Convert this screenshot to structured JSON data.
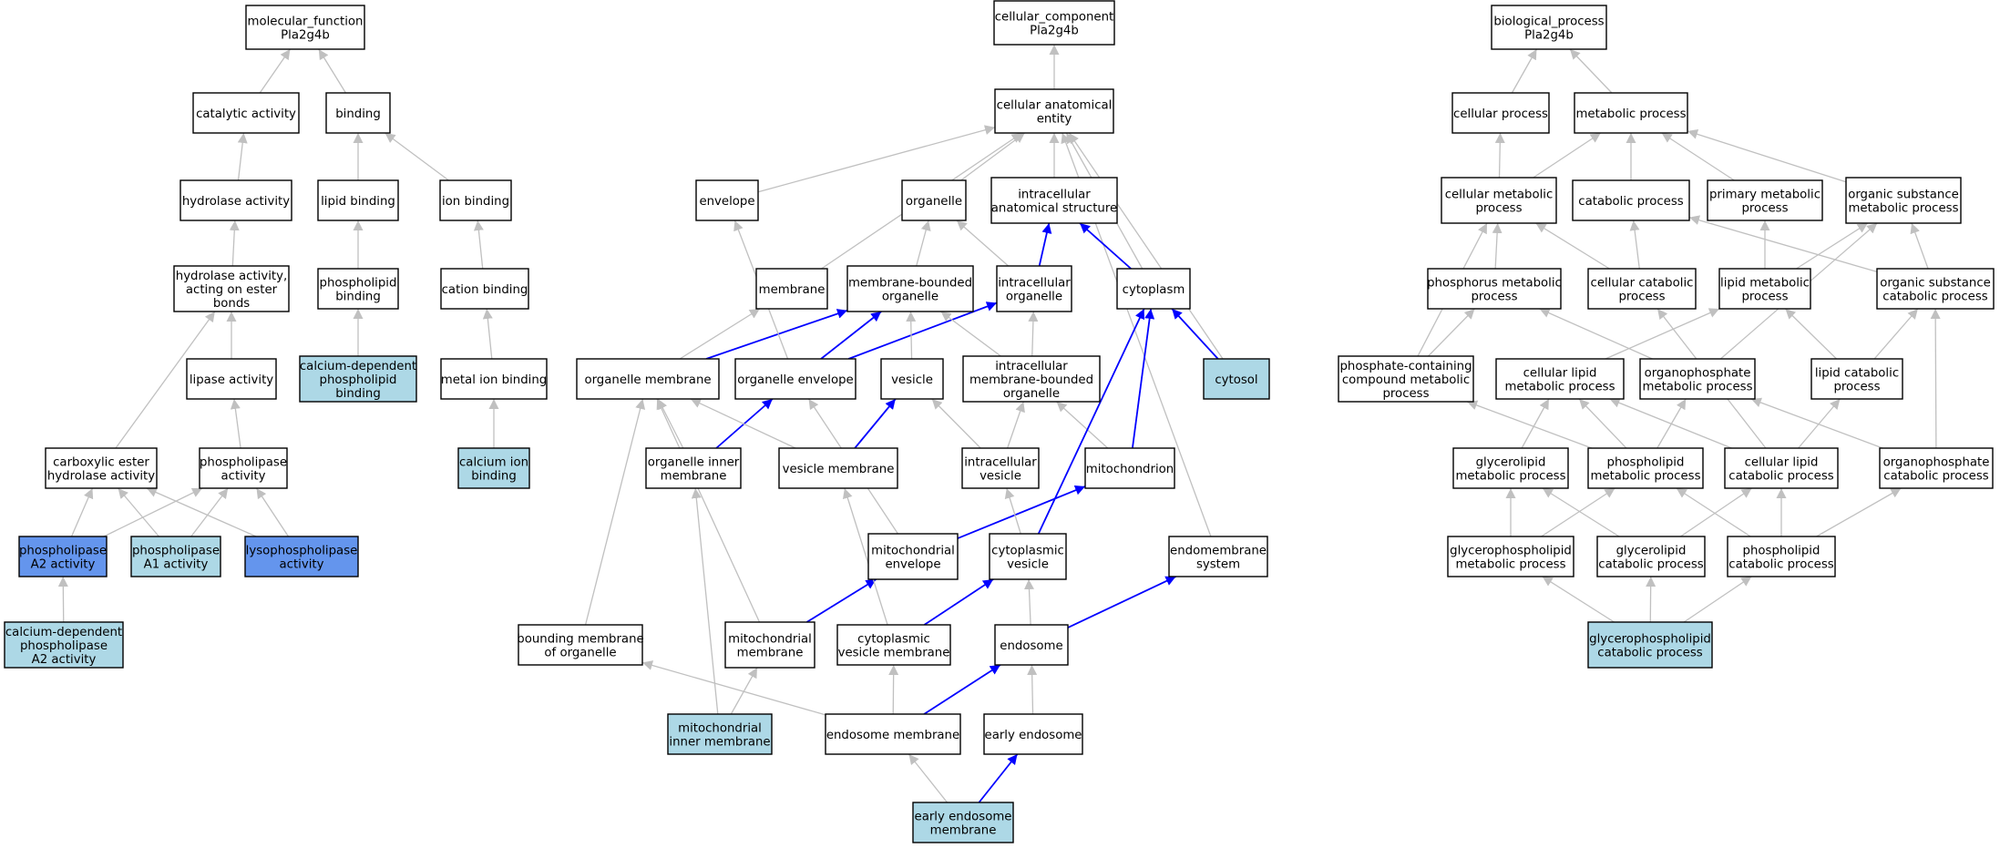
{
  "colors": {
    "default_fill": "#ffffff",
    "light_fill": "#add8e6",
    "dark_fill": "#6495ed",
    "grey_edge": "#c0c0c0",
    "blue_edge": "#0000ff"
  },
  "nodes": [
    {
      "id": "mf_root",
      "lines": [
        "molecular_function",
        "Pla2g4b"
      ],
      "fill": "white"
    },
    {
      "id": "catalytic",
      "lines": [
        "catalytic activity"
      ],
      "fill": "white"
    },
    {
      "id": "binding",
      "lines": [
        "binding"
      ],
      "fill": "white"
    },
    {
      "id": "hydrolase",
      "lines": [
        "hydrolase activity"
      ],
      "fill": "white"
    },
    {
      "id": "lipid_binding",
      "lines": [
        "lipid binding"
      ],
      "fill": "white"
    },
    {
      "id": "ion_binding",
      "lines": [
        "ion binding"
      ],
      "fill": "white"
    },
    {
      "id": "hydrolase_ester",
      "lines": [
        "hydrolase activity,",
        "acting on ester",
        "bonds"
      ],
      "fill": "white"
    },
    {
      "id": "phospholipid_binding",
      "lines": [
        "phospholipid",
        "binding"
      ],
      "fill": "white"
    },
    {
      "id": "cation_binding",
      "lines": [
        "cation binding"
      ],
      "fill": "white"
    },
    {
      "id": "lipase",
      "lines": [
        "lipase activity"
      ],
      "fill": "white"
    },
    {
      "id": "ca_dep_pl_binding",
      "lines": [
        "calcium-dependent",
        "phospholipid",
        "binding"
      ],
      "fill": "light"
    },
    {
      "id": "metal_ion_binding",
      "lines": [
        "metal ion binding"
      ],
      "fill": "white"
    },
    {
      "id": "carboxylic",
      "lines": [
        "carboxylic ester",
        "hydrolase activity"
      ],
      "fill": "white"
    },
    {
      "id": "phospholipase",
      "lines": [
        "phospholipase",
        "activity"
      ],
      "fill": "white"
    },
    {
      "id": "calcium_ion_binding",
      "lines": [
        "calcium ion",
        "binding"
      ],
      "fill": "light"
    },
    {
      "id": "pla2",
      "lines": [
        "phospholipase",
        "A2 activity"
      ],
      "fill": "dark"
    },
    {
      "id": "pla1",
      "lines": [
        "phospholipase",
        "A1 activity"
      ],
      "fill": "light"
    },
    {
      "id": "lysopl",
      "lines": [
        "lysophospholipase",
        "activity"
      ],
      "fill": "dark"
    },
    {
      "id": "ca_pla2",
      "lines": [
        "calcium-dependent",
        "phospholipase",
        "A2 activity"
      ],
      "fill": "light"
    },
    {
      "id": "cc_root",
      "lines": [
        "cellular_component",
        "Pla2g4b"
      ],
      "fill": "white"
    },
    {
      "id": "cae",
      "lines": [
        "cellular anatomical",
        "entity"
      ],
      "fill": "white"
    },
    {
      "id": "envelope",
      "lines": [
        "envelope"
      ],
      "fill": "white"
    },
    {
      "id": "organelle",
      "lines": [
        "organelle"
      ],
      "fill": "white"
    },
    {
      "id": "ias",
      "lines": [
        "intracellular",
        "anatomical structure"
      ],
      "fill": "white"
    },
    {
      "id": "membrane",
      "lines": [
        "membrane"
      ],
      "fill": "white"
    },
    {
      "id": "mbo",
      "lines": [
        "membrane-bounded",
        "organelle"
      ],
      "fill": "white"
    },
    {
      "id": "io",
      "lines": [
        "intracellular",
        "organelle"
      ],
      "fill": "white"
    },
    {
      "id": "cytoplasm",
      "lines": [
        "cytoplasm"
      ],
      "fill": "white"
    },
    {
      "id": "org_mem",
      "lines": [
        "organelle membrane"
      ],
      "fill": "white"
    },
    {
      "id": "org_env",
      "lines": [
        "organelle envelope"
      ],
      "fill": "white"
    },
    {
      "id": "vesicle",
      "lines": [
        "vesicle"
      ],
      "fill": "white"
    },
    {
      "id": "imbo",
      "lines": [
        "intracellular",
        "membrane-bounded",
        "organelle"
      ],
      "fill": "white"
    },
    {
      "id": "cytosol",
      "lines": [
        "cytosol"
      ],
      "fill": "light"
    },
    {
      "id": "oim",
      "lines": [
        "organelle inner",
        "membrane"
      ],
      "fill": "white"
    },
    {
      "id": "ves_mem",
      "lines": [
        "vesicle membrane"
      ],
      "fill": "white"
    },
    {
      "id": "iv",
      "lines": [
        "intracellular",
        "vesicle"
      ],
      "fill": "white"
    },
    {
      "id": "mito",
      "lines": [
        "mitochondrion"
      ],
      "fill": "white"
    },
    {
      "id": "mito_env",
      "lines": [
        "mitochondrial",
        "envelope"
      ],
      "fill": "white"
    },
    {
      "id": "cyto_ves",
      "lines": [
        "cytoplasmic",
        "vesicle"
      ],
      "fill": "white"
    },
    {
      "id": "endomem",
      "lines": [
        "endomembrane",
        "system"
      ],
      "fill": "white"
    },
    {
      "id": "bmo",
      "lines": [
        "bounding membrane",
        "of organelle"
      ],
      "fill": "white"
    },
    {
      "id": "mito_mem",
      "lines": [
        "mitochondrial",
        "membrane"
      ],
      "fill": "white"
    },
    {
      "id": "cvm",
      "lines": [
        "cytoplasmic",
        "vesicle membrane"
      ],
      "fill": "white"
    },
    {
      "id": "endosome",
      "lines": [
        "endosome"
      ],
      "fill": "white"
    },
    {
      "id": "mim",
      "lines": [
        "mitochondrial",
        "inner membrane"
      ],
      "fill": "light"
    },
    {
      "id": "endo_mem",
      "lines": [
        "endosome membrane"
      ],
      "fill": "white"
    },
    {
      "id": "early_endo",
      "lines": [
        "early endosome"
      ],
      "fill": "white"
    },
    {
      "id": "eem",
      "lines": [
        "early endosome",
        "membrane"
      ],
      "fill": "light"
    },
    {
      "id": "bp_root",
      "lines": [
        "biological_process",
        "Pla2g4b"
      ],
      "fill": "white"
    },
    {
      "id": "cell_proc",
      "lines": [
        "cellular process"
      ],
      "fill": "white"
    },
    {
      "id": "met_proc",
      "lines": [
        "metabolic process"
      ],
      "fill": "white"
    },
    {
      "id": "cmp",
      "lines": [
        "cellular metabolic",
        "process"
      ],
      "fill": "white"
    },
    {
      "id": "catab",
      "lines": [
        "catabolic process"
      ],
      "fill": "white"
    },
    {
      "id": "pmp",
      "lines": [
        "primary metabolic",
        "process"
      ],
      "fill": "white"
    },
    {
      "id": "osmp",
      "lines": [
        "organic substance",
        "metabolic process"
      ],
      "fill": "white"
    },
    {
      "id": "phos_mp",
      "lines": [
        "phosphorus metabolic",
        "process"
      ],
      "fill": "white"
    },
    {
      "id": "ccp",
      "lines": [
        "cellular catabolic",
        "process"
      ],
      "fill": "white"
    },
    {
      "id": "lmp",
      "lines": [
        "lipid metabolic",
        "process"
      ],
      "fill": "white"
    },
    {
      "id": "oscp",
      "lines": [
        "organic substance",
        "catabolic process"
      ],
      "fill": "white"
    },
    {
      "id": "pccmp",
      "lines": [
        "phosphate-containing",
        "compound metabolic",
        "process"
      ],
      "fill": "white"
    },
    {
      "id": "clmp",
      "lines": [
        "cellular lipid",
        "metabolic process"
      ],
      "fill": "white"
    },
    {
      "id": "opmp",
      "lines": [
        "organophosphate",
        "metabolic process"
      ],
      "fill": "white"
    },
    {
      "id": "lcp",
      "lines": [
        "lipid catabolic",
        "process"
      ],
      "fill": "white"
    },
    {
      "id": "glmp",
      "lines": [
        "glycerolipid",
        "metabolic process"
      ],
      "fill": "white"
    },
    {
      "id": "plmp",
      "lines": [
        "phospholipid",
        "metabolic process"
      ],
      "fill": "white"
    },
    {
      "id": "clcp",
      "lines": [
        "cellular lipid",
        "catabolic process"
      ],
      "fill": "white"
    },
    {
      "id": "opcp",
      "lines": [
        "organophosphate",
        "catabolic process"
      ],
      "fill": "white"
    },
    {
      "id": "gplmp",
      "lines": [
        "glycerophospholipid",
        "metabolic process"
      ],
      "fill": "white"
    },
    {
      "id": "glcp",
      "lines": [
        "glycerolipid",
        "catabolic process"
      ],
      "fill": "white"
    },
    {
      "id": "plcp",
      "lines": [
        "phospholipid",
        "catabolic process"
      ],
      "fill": "white"
    },
    {
      "id": "gplcp",
      "lines": [
        "glycerophospholipid",
        "catabolic process"
      ],
      "fill": "light"
    }
  ],
  "edges": [
    {
      "from": "catalytic",
      "to": "mf_root",
      "color": "grey"
    },
    {
      "from": "binding",
      "to": "mf_root",
      "color": "grey"
    },
    {
      "from": "hydrolase",
      "to": "catalytic",
      "color": "grey"
    },
    {
      "from": "lipid_binding",
      "to": "binding",
      "color": "grey"
    },
    {
      "from": "ion_binding",
      "to": "binding",
      "color": "grey"
    },
    {
      "from": "hydrolase_ester",
      "to": "hydrolase",
      "color": "grey"
    },
    {
      "from": "phospholipid_binding",
      "to": "lipid_binding",
      "color": "grey"
    },
    {
      "from": "cation_binding",
      "to": "ion_binding",
      "color": "grey"
    },
    {
      "from": "lipase",
      "to": "hydrolase_ester",
      "color": "grey"
    },
    {
      "from": "carboxylic",
      "to": "hydrolase_ester",
      "color": "grey"
    },
    {
      "from": "ca_dep_pl_binding",
      "to": "phospholipid_binding",
      "color": "grey"
    },
    {
      "from": "metal_ion_binding",
      "to": "cation_binding",
      "color": "grey"
    },
    {
      "from": "phospholipase",
      "to": "lipase",
      "color": "grey"
    },
    {
      "from": "calcium_ion_binding",
      "to": "metal_ion_binding",
      "color": "grey"
    },
    {
      "from": "pla2",
      "to": "carboxylic",
      "color": "grey"
    },
    {
      "from": "pla2",
      "to": "phospholipase",
      "color": "grey"
    },
    {
      "from": "pla1",
      "to": "carboxylic",
      "color": "grey"
    },
    {
      "from": "pla1",
      "to": "phospholipase",
      "color": "grey"
    },
    {
      "from": "lysopl",
      "to": "carboxylic",
      "color": "grey"
    },
    {
      "from": "lysopl",
      "to": "phospholipase",
      "color": "grey"
    },
    {
      "from": "ca_pla2",
      "to": "pla2",
      "color": "grey"
    },
    {
      "from": "cae",
      "to": "cc_root",
      "color": "grey"
    },
    {
      "from": "envelope",
      "to": "cae",
      "color": "grey"
    },
    {
      "from": "organelle",
      "to": "cae",
      "color": "grey"
    },
    {
      "from": "ias",
      "to": "cae",
      "color": "grey"
    },
    {
      "from": "membrane",
      "to": "cae",
      "color": "grey"
    },
    {
      "from": "cytoplasm",
      "to": "cae",
      "color": "grey"
    },
    {
      "from": "cytosol",
      "to": "cae",
      "color": "grey"
    },
    {
      "from": "endomem",
      "to": "cae",
      "color": "grey"
    },
    {
      "from": "mbo",
      "to": "organelle",
      "color": "grey"
    },
    {
      "from": "io",
      "to": "organelle",
      "color": "grey"
    },
    {
      "from": "io",
      "to": "ias",
      "color": "blue"
    },
    {
      "from": "cytoplasm",
      "to": "ias",
      "color": "blue"
    },
    {
      "from": "org_mem",
      "to": "membrane",
      "color": "grey"
    },
    {
      "from": "org_mem",
      "to": "mbo",
      "color": "blue"
    },
    {
      "from": "org_env",
      "to": "envelope",
      "color": "grey"
    },
    {
      "from": "org_env",
      "to": "mbo",
      "color": "blue"
    },
    {
      "from": "org_env",
      "to": "io",
      "color": "blue"
    },
    {
      "from": "vesicle",
      "to": "mbo",
      "color": "grey"
    },
    {
      "from": "imbo",
      "to": "mbo",
      "color": "grey"
    },
    {
      "from": "imbo",
      "to": "io",
      "color": "grey"
    },
    {
      "from": "cytosol",
      "to": "cytoplasm",
      "color": "blue"
    },
    {
      "from": "oim",
      "to": "org_mem",
      "color": "grey"
    },
    {
      "from": "oim",
      "to": "org_env",
      "color": "blue"
    },
    {
      "from": "ves_mem",
      "to": "org_mem",
      "color": "grey"
    },
    {
      "from": "ves_mem",
      "to": "vesicle",
      "color": "blue"
    },
    {
      "from": "iv",
      "to": "vesicle",
      "color": "grey"
    },
    {
      "from": "iv",
      "to": "imbo",
      "color": "grey"
    },
    {
      "from": "mito",
      "to": "imbo",
      "color": "grey"
    },
    {
      "from": "mito",
      "to": "cytoplasm",
      "color": "blue"
    },
    {
      "from": "mito_env",
      "to": "org_env",
      "color": "grey"
    },
    {
      "from": "mito_env",
      "to": "mito",
      "color": "blue"
    },
    {
      "from": "cyto_ves",
      "to": "iv",
      "color": "grey"
    },
    {
      "from": "cyto_ves",
      "to": "cytoplasm",
      "color": "blue"
    },
    {
      "from": "bmo",
      "to": "org_mem",
      "color": "grey"
    },
    {
      "from": "mito_mem",
      "to": "org_mem",
      "color": "grey"
    },
    {
      "from": "mito_mem",
      "to": "mito_env",
      "color": "blue"
    },
    {
      "from": "cvm",
      "to": "ves_mem",
      "color": "grey"
    },
    {
      "from": "cvm",
      "to": "cyto_ves",
      "color": "blue"
    },
    {
      "from": "endosome",
      "to": "cyto_ves",
      "color": "grey"
    },
    {
      "from": "endosome",
      "to": "endomem",
      "color": "blue"
    },
    {
      "from": "mim",
      "to": "oim",
      "color": "grey"
    },
    {
      "from": "mim",
      "to": "mito_mem",
      "color": "grey"
    },
    {
      "from": "endo_mem",
      "to": "bmo",
      "color": "grey"
    },
    {
      "from": "endo_mem",
      "to": "cvm",
      "color": "grey"
    },
    {
      "from": "endo_mem",
      "to": "endosome",
      "color": "blue"
    },
    {
      "from": "early_endo",
      "to": "endosome",
      "color": "grey"
    },
    {
      "from": "eem",
      "to": "endo_mem",
      "color": "grey"
    },
    {
      "from": "eem",
      "to": "early_endo",
      "color": "blue"
    },
    {
      "from": "cell_proc",
      "to": "bp_root",
      "color": "grey"
    },
    {
      "from": "met_proc",
      "to": "bp_root",
      "color": "grey"
    },
    {
      "from": "cmp",
      "to": "cell_proc",
      "color": "grey"
    },
    {
      "from": "cmp",
      "to": "met_proc",
      "color": "grey"
    },
    {
      "from": "catab",
      "to": "met_proc",
      "color": "grey"
    },
    {
      "from": "pmp",
      "to": "met_proc",
      "color": "grey"
    },
    {
      "from": "osmp",
      "to": "met_proc",
      "color": "grey"
    },
    {
      "from": "phos_mp",
      "to": "cmp",
      "color": "grey"
    },
    {
      "from": "ccp",
      "to": "cmp",
      "color": "grey"
    },
    {
      "from": "ccp",
      "to": "catab",
      "color": "grey"
    },
    {
      "from": "lmp",
      "to": "pmp",
      "color": "grey"
    },
    {
      "from": "lmp",
      "to": "osmp",
      "color": "grey"
    },
    {
      "from": "oscp",
      "to": "osmp",
      "color": "grey"
    },
    {
      "from": "oscp",
      "to": "catab",
      "color": "grey"
    },
    {
      "from": "pccmp",
      "to": "phos_mp",
      "color": "grey"
    },
    {
      "from": "pccmp",
      "to": "cmp",
      "color": "grey"
    },
    {
      "from": "clmp",
      "to": "lmp",
      "color": "grey"
    },
    {
      "from": "opmp",
      "to": "phos_mp",
      "color": "grey"
    },
    {
      "from": "opmp",
      "to": "osmp",
      "color": "grey"
    },
    {
      "from": "lcp",
      "to": "lmp",
      "color": "grey"
    },
    {
      "from": "lcp",
      "to": "oscp",
      "color": "grey"
    },
    {
      "from": "glmp",
      "to": "clmp",
      "color": "grey"
    },
    {
      "from": "plmp",
      "to": "clmp",
      "color": "grey"
    },
    {
      "from": "plmp",
      "to": "opmp",
      "color": "grey"
    },
    {
      "from": "plmp",
      "to": "pccmp",
      "color": "grey"
    },
    {
      "from": "clcp",
      "to": "clmp",
      "color": "grey"
    },
    {
      "from": "clcp",
      "to": "lcp",
      "color": "grey"
    },
    {
      "from": "clcp",
      "to": "ccp",
      "color": "grey"
    },
    {
      "from": "opcp",
      "to": "opmp",
      "color": "grey"
    },
    {
      "from": "opcp",
      "to": "oscp",
      "color": "grey"
    },
    {
      "from": "gplmp",
      "to": "glmp",
      "color": "grey"
    },
    {
      "from": "gplmp",
      "to": "plmp",
      "color": "grey"
    },
    {
      "from": "glcp",
      "to": "glmp",
      "color": "grey"
    },
    {
      "from": "glcp",
      "to": "clcp",
      "color": "grey"
    },
    {
      "from": "plcp",
      "to": "plmp",
      "color": "grey"
    },
    {
      "from": "plcp",
      "to": "clcp",
      "color": "grey"
    },
    {
      "from": "plcp",
      "to": "opcp",
      "color": "grey"
    },
    {
      "from": "gplcp",
      "to": "gplmp",
      "color": "grey"
    },
    {
      "from": "gplcp",
      "to": "glcp",
      "color": "grey"
    },
    {
      "from": "gplcp",
      "to": "plcp",
      "color": "grey"
    }
  ]
}
